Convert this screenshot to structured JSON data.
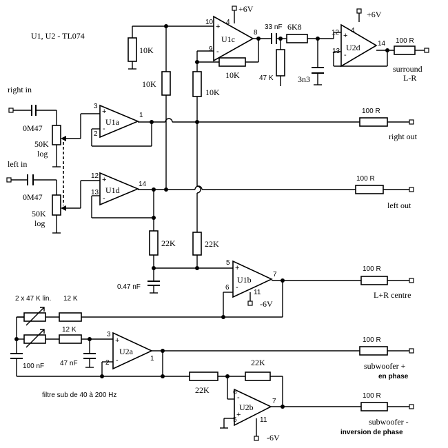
{
  "title": "U1, U2 - TL074",
  "opamps": {
    "u1a": {
      "name": "U1a",
      "plus": "3",
      "minus": "2",
      "out": "1"
    },
    "u1d": {
      "name": "U1d",
      "plus": "12",
      "minus": "13",
      "out": "14"
    },
    "u1c": {
      "name": "U1c",
      "plus": "10",
      "minus": "9",
      "out": "8",
      "supply": "4"
    },
    "u2d": {
      "name": "U2d",
      "plus": "12",
      "minus": "13",
      "out": "14",
      "supply": "4"
    },
    "u1b": {
      "name": "U1b",
      "plus": "5",
      "minus": "6",
      "out": "7",
      "supply": "11"
    },
    "u2a": {
      "name": "U2a",
      "plus": "3",
      "minus": "2",
      "out": "1"
    },
    "u2b": {
      "name": "U2b",
      "minus": "6",
      "plus": "5",
      "out": "7",
      "supply": "11"
    }
  },
  "signs": {
    "plus": "+",
    "minus": "-"
  },
  "supplies": {
    "pos_u1c": "+6V",
    "pos_u2d": "+6V",
    "neg_u1b": "-6V",
    "neg_u2b": "-6V"
  },
  "inputs": {
    "right": "right in",
    "left": "left in"
  },
  "components": {
    "c_in_right": "0M47",
    "pot_right_value": "50K",
    "pot_right_taper": "log",
    "c_in_left": "0M47",
    "pot_left_value": "50K",
    "pot_left_taper": "log",
    "r_u1c_bias": "10K",
    "r_mid_left": "10K",
    "r_mid_right": "10K",
    "r_u1c_fb": "10K",
    "c_surround": "33 nF",
    "r_surround": "6K8",
    "r_surround_shunt": "47 K",
    "c_surround_shunt": "3n3",
    "r_out_surround": "100 R",
    "r_out_right": "100 R",
    "r_out_left": "100 R",
    "r_sum_left": "22K",
    "r_sum_right": "22K",
    "c_sum": "0.47 nF",
    "r_out_centre": "100 R",
    "pot_sub": "2 x 47 K lin.",
    "r_sub_1": "12 K",
    "r_sub_2": "12 K",
    "c_sub_1": "100 nF",
    "c_sub_2": "47 nF",
    "r_out_sub_plus": "100 R",
    "r_inv_in": "22K",
    "r_inv_fb": "22K",
    "r_out_sub_minus": "100 R"
  },
  "outputs": {
    "surround_1": "surround",
    "surround_2": "L-R",
    "right": "right out",
    "left": "left out",
    "centre": "L+R centre",
    "sub_plus_1": "subwoofer +",
    "sub_plus_2": "en phase",
    "sub_minus_1": "subwoofer -",
    "sub_minus_2": "inversion de phase"
  },
  "notes": {
    "filter": "filtre sub de 40 à 200 Hz"
  }
}
